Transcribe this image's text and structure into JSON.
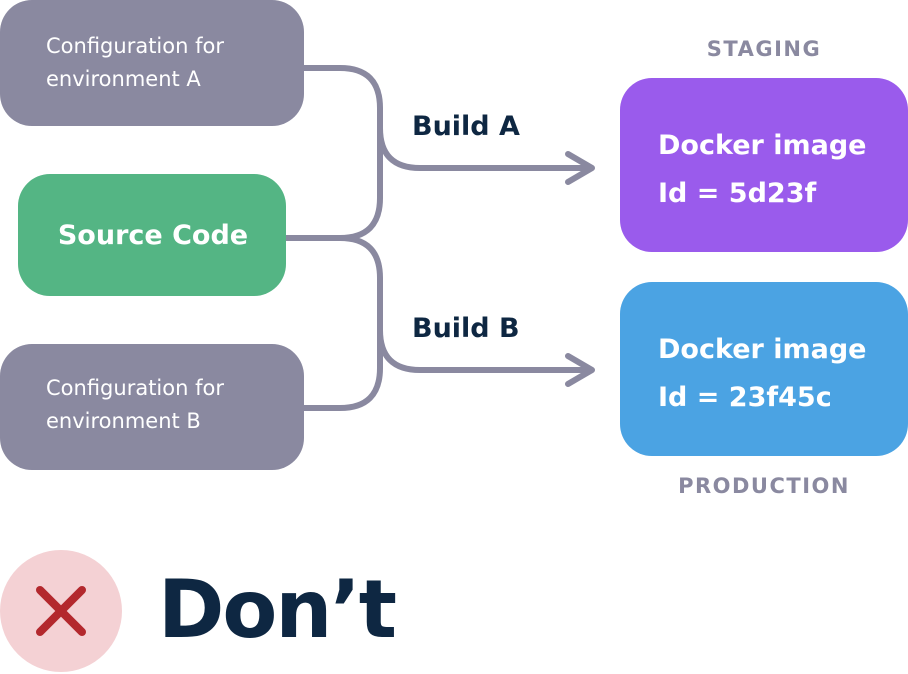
{
  "nodes": {
    "config_a": {
      "line1": "Configuration for",
      "line2": "environment A"
    },
    "config_b": {
      "line1": "Configuration for",
      "line2": "environment B"
    },
    "source": {
      "label": "Source Code"
    },
    "staging_image": {
      "line1": "Docker image",
      "line2": "Id = 5d23f"
    },
    "production_image": {
      "line1": "Docker image",
      "line2": "Id = 23f45c"
    }
  },
  "environments": {
    "staging": "STAGING",
    "production": "PRODUCTION"
  },
  "builds": {
    "a": "Build A",
    "b": "Build B"
  },
  "verdict": {
    "label": "Don’t",
    "icon": "close-icon"
  },
  "colors": {
    "config": "#8a89a0",
    "source": "#54b584",
    "staging": "#9a5bec",
    "production": "#4ba3e3",
    "connector": "#8a89a0",
    "text_dark": "#0e2742",
    "verdict_bg": "#f4d1d4",
    "verdict_icon": "#b3282d"
  }
}
